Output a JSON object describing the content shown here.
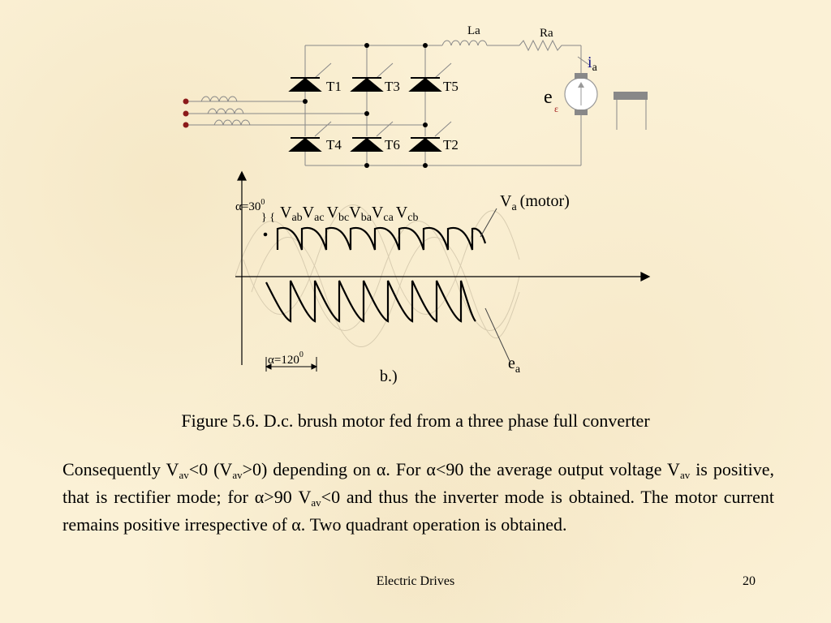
{
  "circuit": {
    "inductor_label": "La",
    "resistor_label": "Ra",
    "current_label": "i",
    "current_sub": "a",
    "emf_label": "e",
    "thyristors": [
      "T1",
      "T3",
      "T5",
      "T4",
      "T6",
      "T2"
    ]
  },
  "waveform": {
    "alpha1_label": "α=30",
    "alpha1_sup": "0",
    "alpha2_label": "α=120",
    "alpha2_sup": "0",
    "line_voltages": [
      {
        "v": "V",
        "sub": "ab"
      },
      {
        "v": "V",
        "sub": "ac"
      },
      {
        "v": "V",
        "sub": "bc"
      },
      {
        "v": "V",
        "sub": "ba"
      },
      {
        "v": "V",
        "sub": "ca"
      },
      {
        "v": "V",
        "sub": "cb"
      }
    ],
    "va_label": "V",
    "va_sub": "a",
    "va_note": "(motor)",
    "ea_label": "e",
    "ea_sub": "a",
    "part_label": "b.)"
  },
  "caption": "Figure 5.6. D.c. brush motor fed from a three phase full converter",
  "body": {
    "p1a": "Consequently V",
    "sub_av": "av",
    "p1b": "<0 (V",
    "p1c": ">0) depending on α. For α<90 the average output voltage V",
    "p1d": " is positive, that is rectifier mode; for α>90 V",
    "p1e": "<0 and thus the inverter mode is obtained. The motor current remains positive irrespective of α. Two quadrant operation is obtained."
  },
  "footer": {
    "title": "Electric Drives",
    "page": "20"
  }
}
